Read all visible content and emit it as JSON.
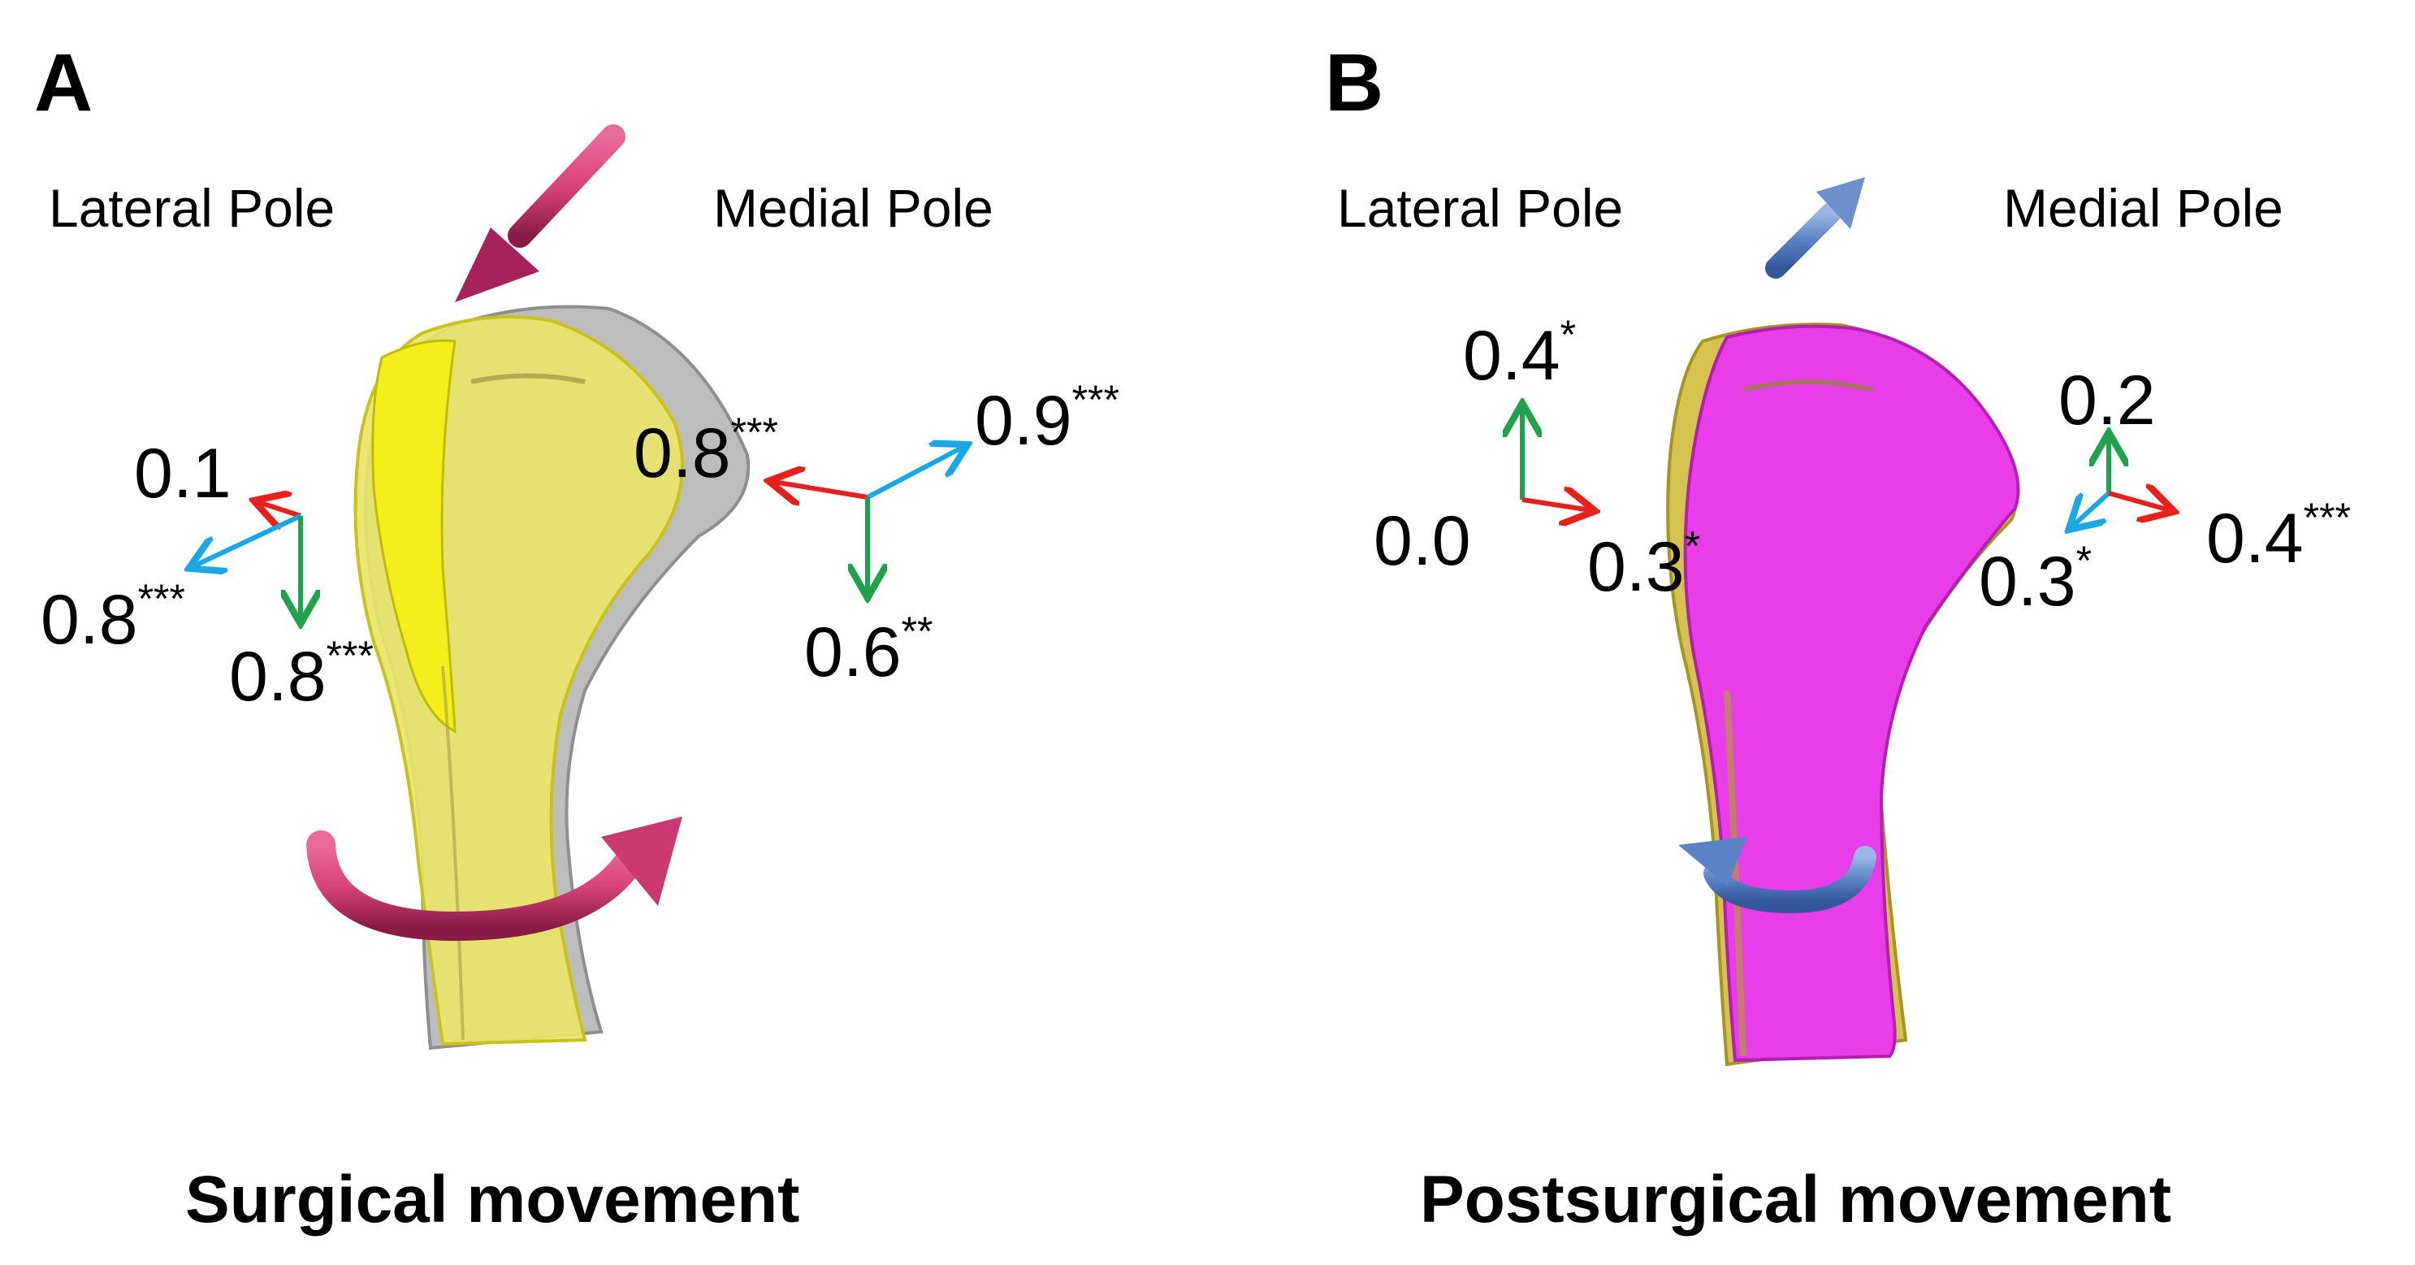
{
  "panels": [
    {
      "letter": "A",
      "lateral_label": "Lateral Pole",
      "medial_label": "Medial Pole",
      "caption": "Surgical movement",
      "colors": {
        "bone_front": "#f0ef3a",
        "bone_back": "#bdbdbd",
        "arrow_large": "#d9447a"
      },
      "lateral_vectors": {
        "red": {
          "value": "0.1",
          "sig": ""
        },
        "blue": {
          "value": "0.8",
          "sig": "***"
        },
        "green": {
          "value": "0.8",
          "sig": "***"
        }
      },
      "medial_vectors": {
        "red": {
          "value": "0.8",
          "sig": "***"
        },
        "blue": {
          "value": "0.9",
          "sig": "***"
        },
        "green": {
          "value": "0.6",
          "sig": "**"
        }
      }
    },
    {
      "letter": "B",
      "lateral_label": "Lateral Pole",
      "medial_label": "Medial Pole",
      "caption": "Postsurgical movement",
      "colors": {
        "bone_front": "#e83de8",
        "bone_back": "#d8c24a",
        "arrow_large": "#5a82c4"
      },
      "lateral_vectors": {
        "green": {
          "value": "0.4",
          "sig": "*"
        },
        "red": {
          "value": "0.3",
          "sig": "*"
        },
        "blue": {
          "value": "0.0",
          "sig": ""
        }
      },
      "medial_vectors": {
        "green": {
          "value": "0.2",
          "sig": ""
        },
        "blue": {
          "value": "0.3",
          "sig": "*"
        },
        "red": {
          "value": "0.4",
          "sig": "***"
        }
      }
    }
  ],
  "vector_colors": {
    "red": "#e8201c",
    "green": "#1ea34a",
    "blue": "#1aa7e6"
  }
}
